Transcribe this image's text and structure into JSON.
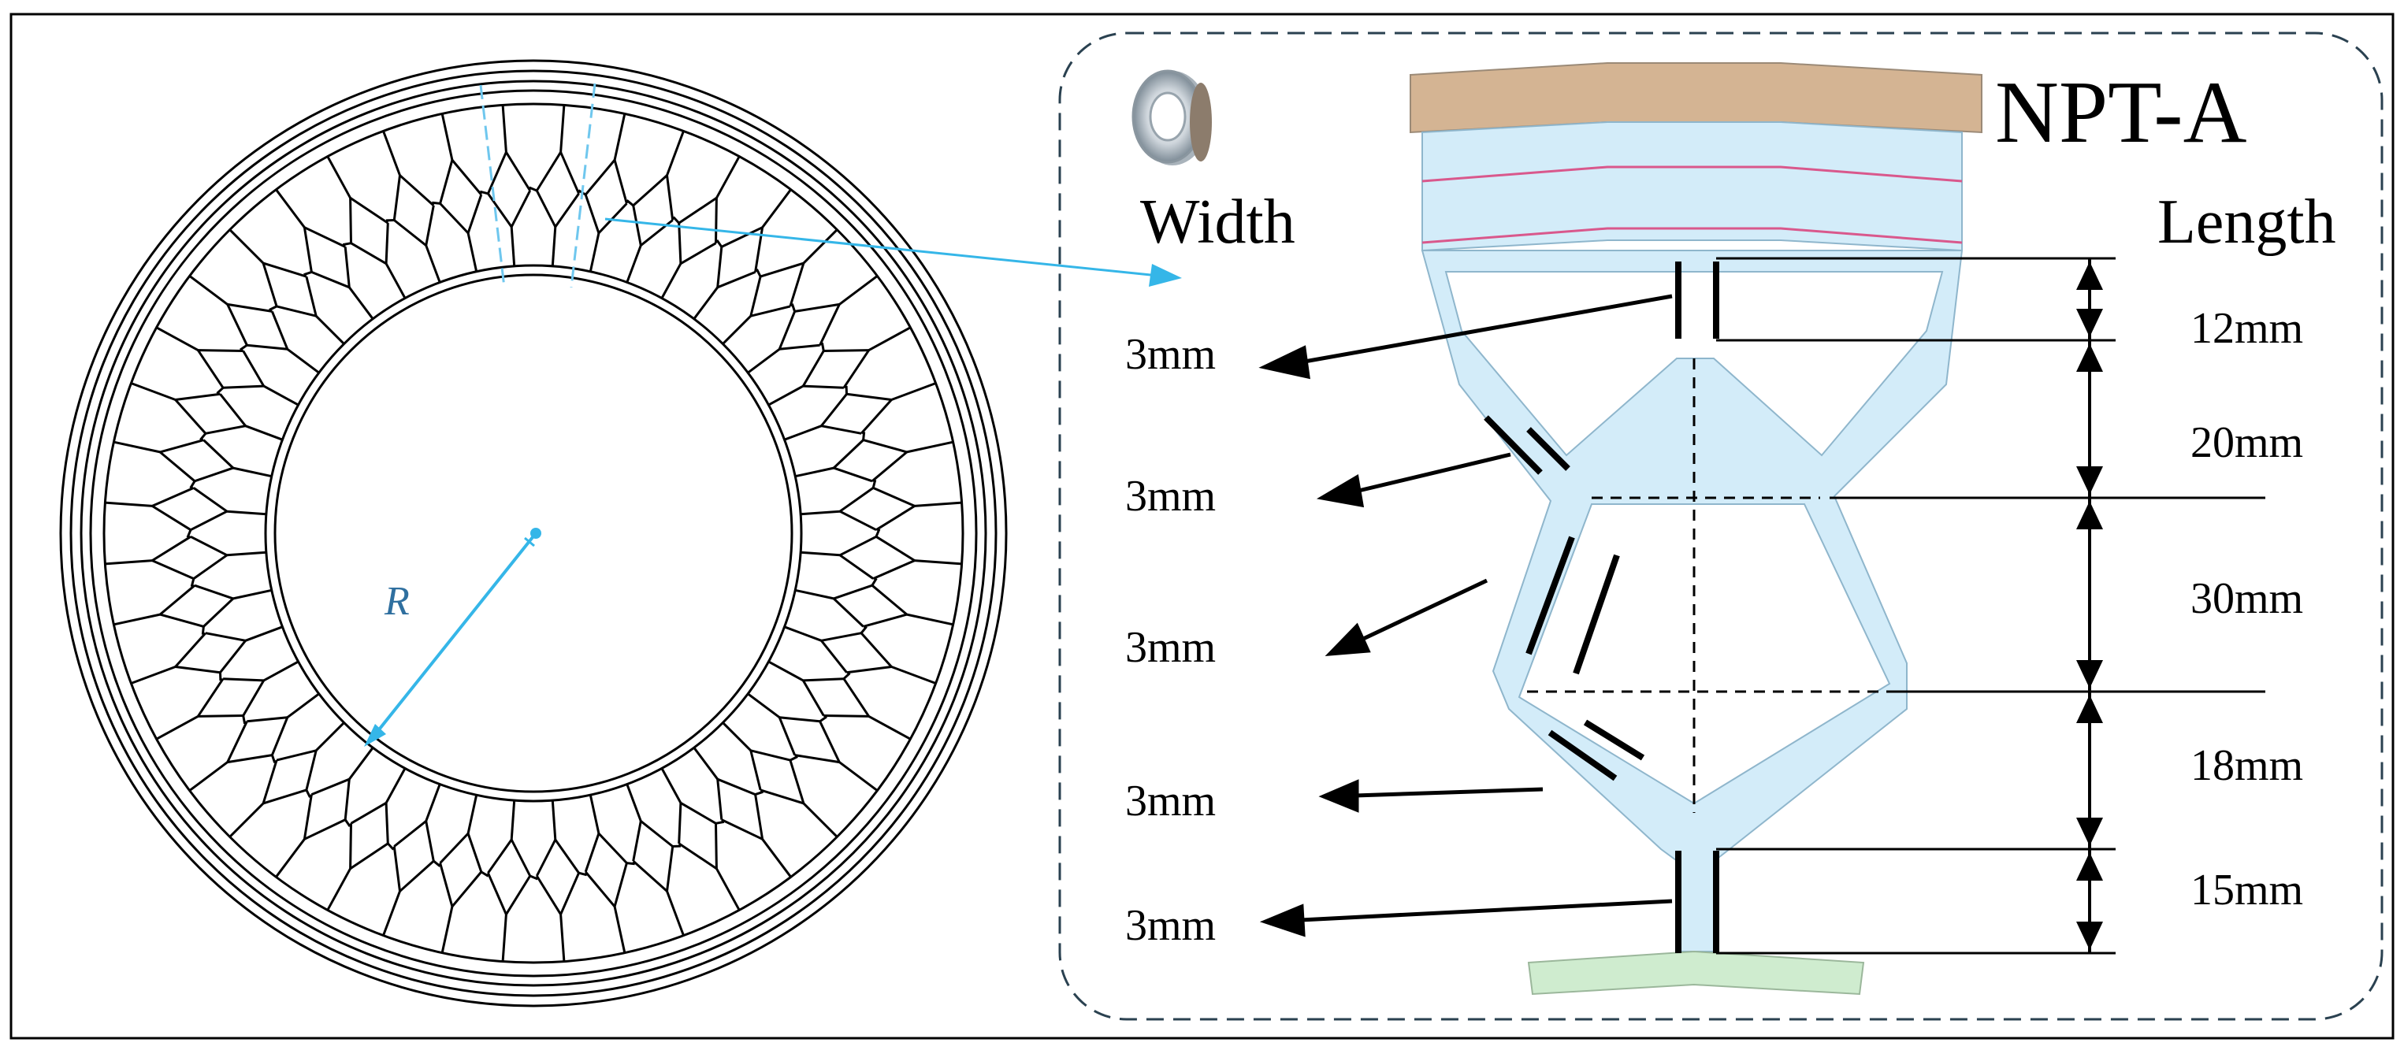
{
  "diagram": {
    "title": "NPT-A",
    "width_heading": "Width",
    "length_heading": "Length",
    "radius_label": "R",
    "width_labels": [
      "3mm",
      "3mm",
      "3mm",
      "3mm",
      "3mm"
    ],
    "length_labels": [
      "12mm",
      "20mm",
      "30mm",
      "18mm",
      "15mm"
    ],
    "colors": {
      "tread": "#d4b493",
      "spoke_fill": "#d3ecf9",
      "hub": "#cfeccf",
      "pointer": "#35b6e8",
      "belt_line": "#d9588c",
      "frame_dash": "#2a4150"
    },
    "icons": [
      "tire-thumbnail-icon"
    ]
  }
}
